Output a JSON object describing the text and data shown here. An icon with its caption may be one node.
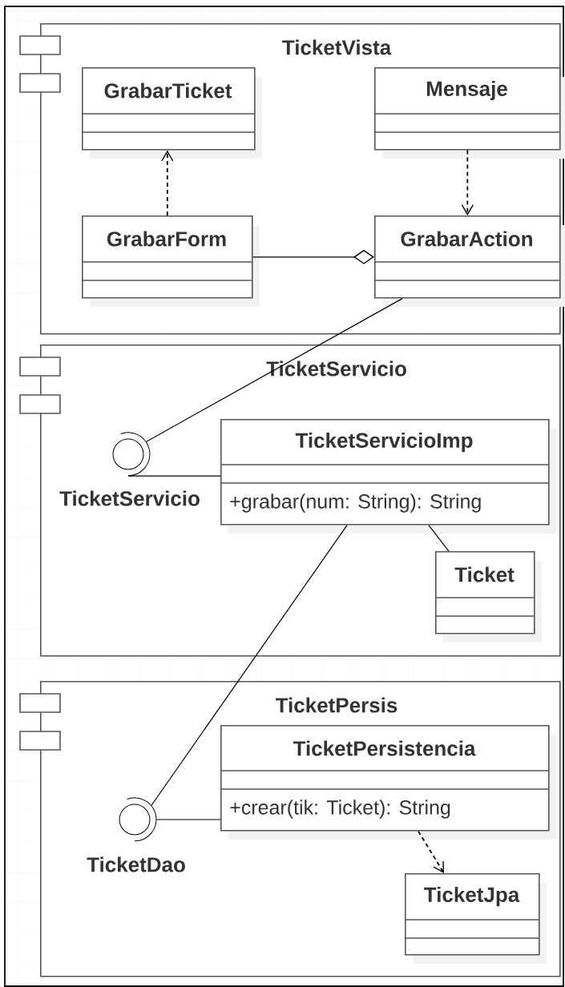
{
  "diagram": {
    "nodes": [
      {
        "text": [
          "TicketVista"
        ]
      },
      {
        "text": [
          "GrabarTicket"
        ],
        "in": 0
      },
      {
        "text": [
          "Mensaje"
        ],
        "in": 0
      },
      {
        "text": [
          "GrabarForm"
        ],
        "in": 0
      },
      {
        "text": [
          "GrabarAction"
        ],
        "in": 0
      },
      {
        "text": [
          "TicketServicio"
        ]
      },
      {
        "text": [
          "TicketServicio"
        ],
        "in": 5
      },
      {
        "text": [
          "TicketServicioImp",
          "+grabar(num: String): String"
        ],
        "in": 5
      },
      {
        "text": [
          "Ticket"
        ],
        "in": 5
      },
      {
        "text": [
          "TicketPersis"
        ]
      },
      {
        "text": [
          "TicketDao"
        ],
        "in": 9
      },
      {
        "text": [
          "TicketPersistencia",
          "+crear(tik: Ticket): String"
        ],
        "in": 9
      },
      {
        "text": [
          "TicketJpa"
        ],
        "in": 9
      }
    ],
    "edges": [
      {
        "from": 3,
        "to": 1,
        "arrow": "to",
        "style": "dashed"
      },
      {
        "from": 2,
        "to": 4,
        "arrow": "to",
        "style": "dashed"
      },
      {
        "from": 3,
        "to": 4,
        "arrow": "other"
      },
      {
        "from": 4,
        "to": 6,
        "arrow": "none"
      },
      {
        "from": 6,
        "to": 7,
        "arrow": "none"
      },
      {
        "from": 7,
        "to": 8,
        "arrow": "none"
      },
      {
        "from": 7,
        "to": 10,
        "arrow": "none"
      },
      {
        "from": 10,
        "to": 11,
        "arrow": "none"
      },
      {
        "from": 11,
        "to": 12,
        "arrow": "to",
        "style": "dashed"
      }
    ]
  }
}
